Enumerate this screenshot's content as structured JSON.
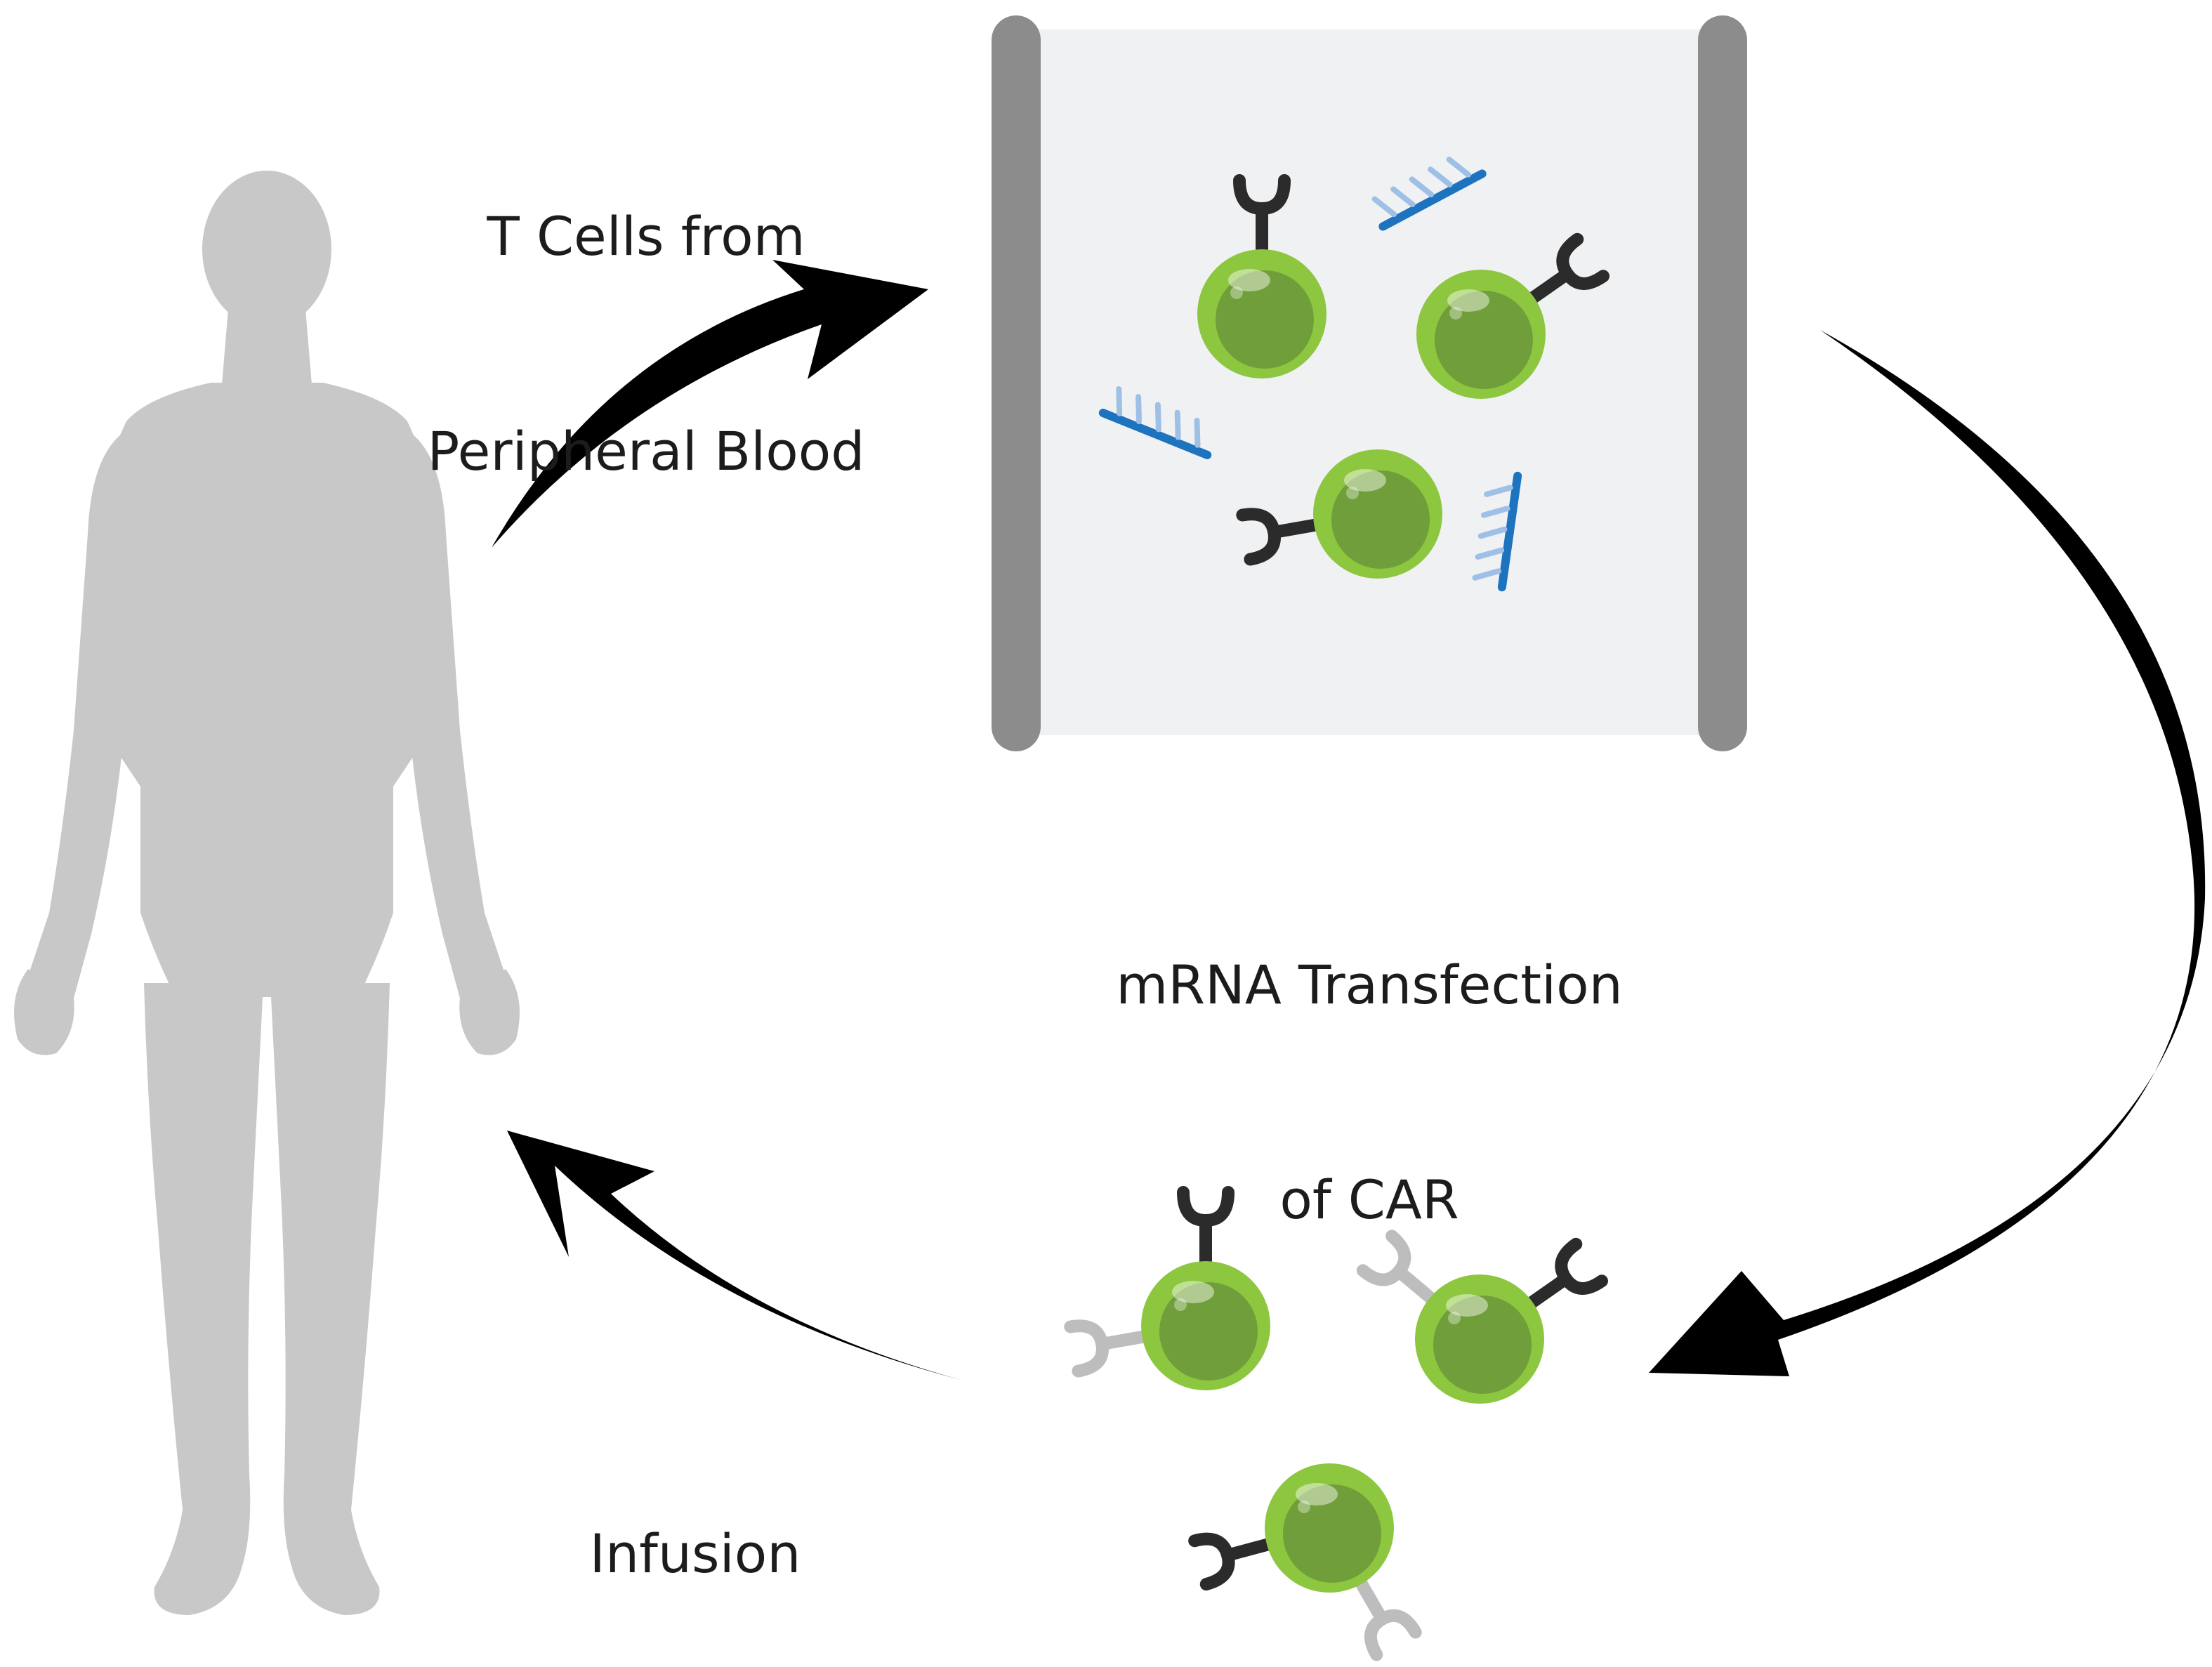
{
  "labels": {
    "collection": [
      "T Cells from",
      "Peripheral Blood"
    ],
    "transfection": [
      "mRNA Transfection",
      "of CAR"
    ],
    "infusion": "Infusion"
  },
  "colors": {
    "silhouette": "#c8c8c8",
    "arrow": "#000000",
    "chamber_bg": "#f0f1f3",
    "electrode": "#8c8c8c",
    "cell_outer": "#8dc63f",
    "cell_inner": "#6f9e3a",
    "receptor": "#2b2b2b",
    "receptor_faded": "#bdbdbd",
    "mrna": "#1e73be",
    "mrna_bases": "#9ec0e6"
  },
  "icons": {
    "person": "human-silhouette-icon",
    "chamber": "electroporation-chamber-icon",
    "cell": "t-cell-icon",
    "mrna": "mrna-strand-icon"
  }
}
